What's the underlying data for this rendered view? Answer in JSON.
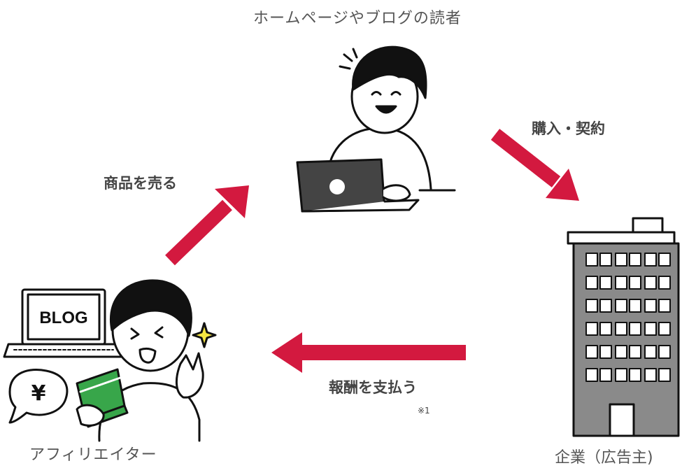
{
  "labels": {
    "reader": "ホームページやブログの読者",
    "purchase": "購入・契約",
    "sell": "商品を売る",
    "pay": "報酬を支払う",
    "note": "※1",
    "affiliate": "アフィリエイター",
    "company": "企業（広告主)",
    "blog_screen": "BLOG",
    "yen_bubble": "¥"
  },
  "colors": {
    "arrow": "#d3193f",
    "wallet": "#38a64a",
    "building": "#8a8a8a",
    "line": "#111111"
  }
}
